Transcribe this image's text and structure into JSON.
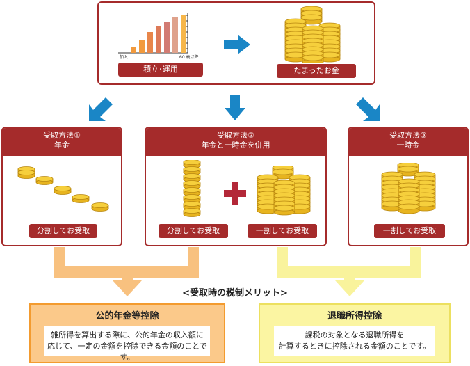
{
  "top": {
    "chart_axis_left": "加入",
    "chart_axis_right": "60 歳以降",
    "accumulate_label": "積立･運用",
    "saved_label": "たまったお金"
  },
  "boxes": [
    {
      "title_line1": "受取方法①",
      "title_line2": "年金",
      "button": "分割してお受取"
    },
    {
      "title_line1": "受取方法②",
      "title_line2": "年金と一時金を併用",
      "button_left": "分割してお受取",
      "button_right": "一割してお受取"
    },
    {
      "title_line1": "受取方法③",
      "title_line2": "一時金",
      "button": "一割してお受取"
    }
  ],
  "merit_heading": "<受取時の税制メリット>",
  "benefits": [
    {
      "title": "公的年金等控除",
      "line1": "雑所得を算出する際に、公的年金の収入額に",
      "line2": "応じて、一定の金額を控除できる金額のことです。",
      "bg": "#fbc98a",
      "border": "#f39b2f"
    },
    {
      "title": "退職所得控除",
      "line1": "課税の対象となる退職所得を",
      "line2": "計算するときに控除される金額のことです。",
      "bg": "#fbf5a2",
      "border": "#ece060"
    }
  ],
  "colors": {
    "accent": "#a52b2b",
    "arrow_blue": "#1a86c6",
    "coin": "#f4c531",
    "coin_edge": "#c69510",
    "orange": "#f8c17f",
    "yellow": "#f9f39c"
  },
  "icons": [
    "bar-chart-icon",
    "arrow-right-icon",
    "coin-stack-icon",
    "arrow-down-left-icon",
    "arrow-down-icon",
    "arrow-down-right-icon",
    "plus-icon"
  ]
}
